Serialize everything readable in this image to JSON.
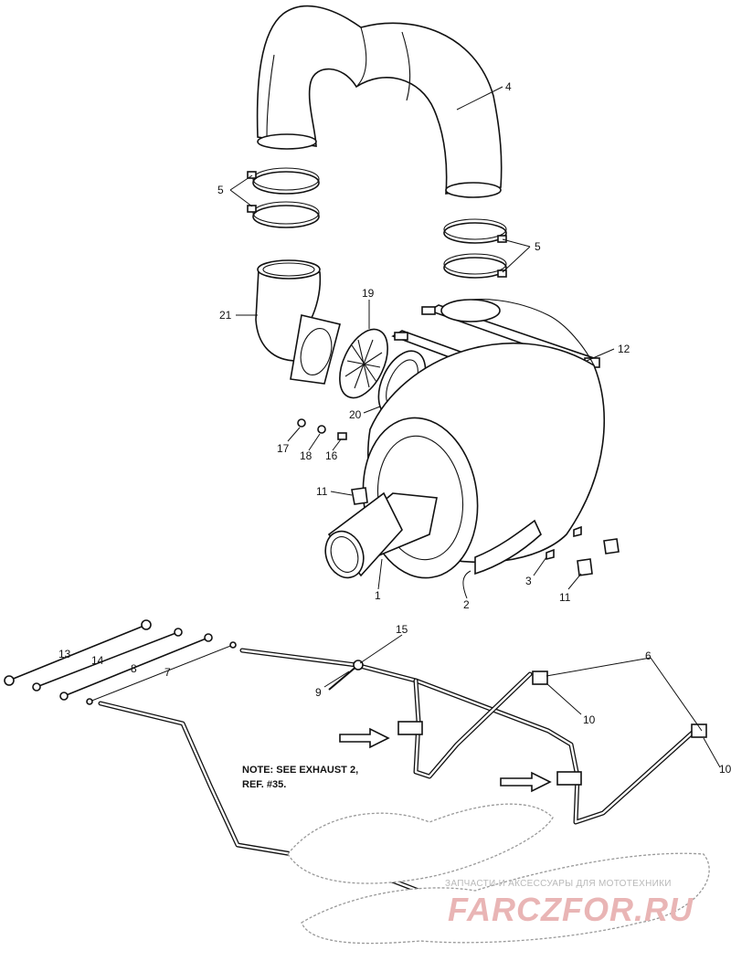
{
  "callouts": {
    "c1": "1",
    "c2": "2",
    "c3": "3",
    "c4": "4",
    "c5a": "5",
    "c5b": "5",
    "c6": "6",
    "c7": "7",
    "c8": "8",
    "c9": "9",
    "c10a": "10",
    "c10b": "10",
    "c11a": "11",
    "c11b": "11",
    "c12": "12",
    "c13": "13",
    "c14": "14",
    "c15": "15",
    "c16": "16",
    "c17": "17",
    "c18": "18",
    "c19": "19",
    "c20": "20",
    "c21": "21"
  },
  "note": {
    "line1": "NOTE: SEE EXHAUST 2,",
    "line2": "REF. #35."
  },
  "watermark": {
    "caption": "ЗАПЧАСТИ И АКСЕССУАРЫ ДЛЯ МОТОТЕХНИКИ",
    "site": "FARCZFOR.RU"
  }
}
